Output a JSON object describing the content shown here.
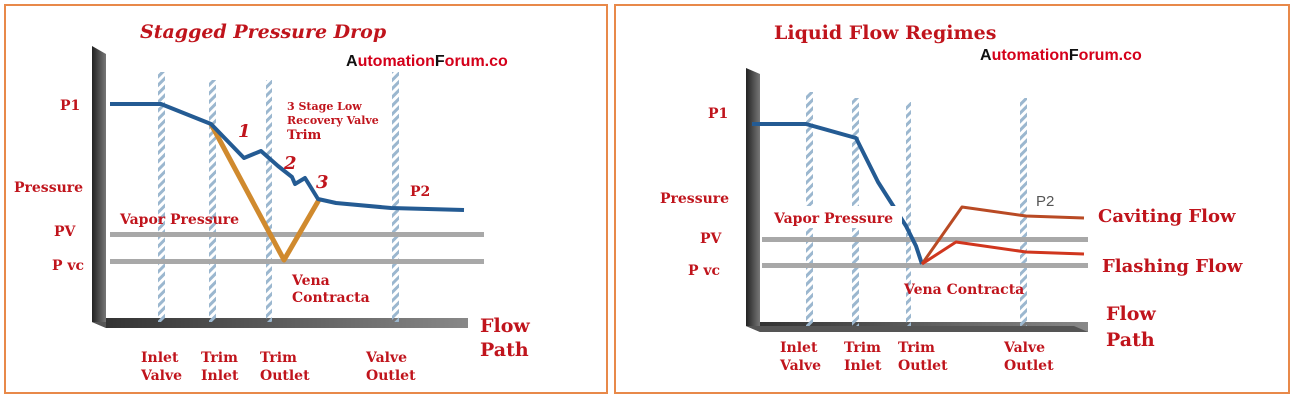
{
  "colors": {
    "frame": "#e8894a",
    "label_red": "#c0141c",
    "pressure_line": "#245b93",
    "staged_drop_line": "#d08a2e",
    "caviting_line": "#b94a24",
    "flashing_line": "#d0361e",
    "axis_dark": "#3a3a3a",
    "hatch": "#9bb7cf",
    "horizontal_ref": "#a8a8a8"
  },
  "left": {
    "title": "Stagged Pressure Drop",
    "watermark": {
      "part1": "A",
      "part2": "utomation",
      "part3": "F",
      "part4": "orum.co"
    },
    "labels": {
      "p1": "P1",
      "pressure": "Pressure",
      "pv": "PV",
      "pvc": "P vc",
      "vapor_pressure": "Vapor Pressure",
      "p2": "P2",
      "vena1": "Vena",
      "vena2": "Contracta",
      "trim_note1": "3 Stage Low",
      "trim_note2": "Recovery Valve",
      "trim_note3": "Trim",
      "stage1": "1",
      "stage2": "2",
      "stage3": "3",
      "flow": "Flow",
      "path": "Path"
    },
    "x_labels": [
      {
        "line1": "Inlet",
        "line2": "Valve"
      },
      {
        "line1": "Trim",
        "line2": "Inlet"
      },
      {
        "line1": "Trim",
        "line2": "Outlet"
      },
      {
        "line1": "Valve",
        "line2": "Outlet"
      }
    ]
  },
  "right": {
    "title": "Liquid Flow Regimes",
    "watermark": {
      "part1": "A",
      "part2": "utomation",
      "part3": "F",
      "part4": "orum.co"
    },
    "labels": {
      "p1": "P1",
      "pressure": "Pressure",
      "pv": "PV",
      "pvc": "P vc",
      "vapor_pressure": "Vapor Pressure",
      "p2": "P2",
      "vena": "Vena Contracta",
      "caviting": "Caviting Flow",
      "flashing": "Flashing Flow",
      "flow": "Flow",
      "path": "Path"
    },
    "x_labels": [
      {
        "line1": "Inlet",
        "line2": "Valve"
      },
      {
        "line1": "Trim",
        "line2": "Inlet"
      },
      {
        "line1": "Trim",
        "line2": "Outlet"
      },
      {
        "line1": "Valve",
        "line2": "Outlet"
      }
    ]
  }
}
